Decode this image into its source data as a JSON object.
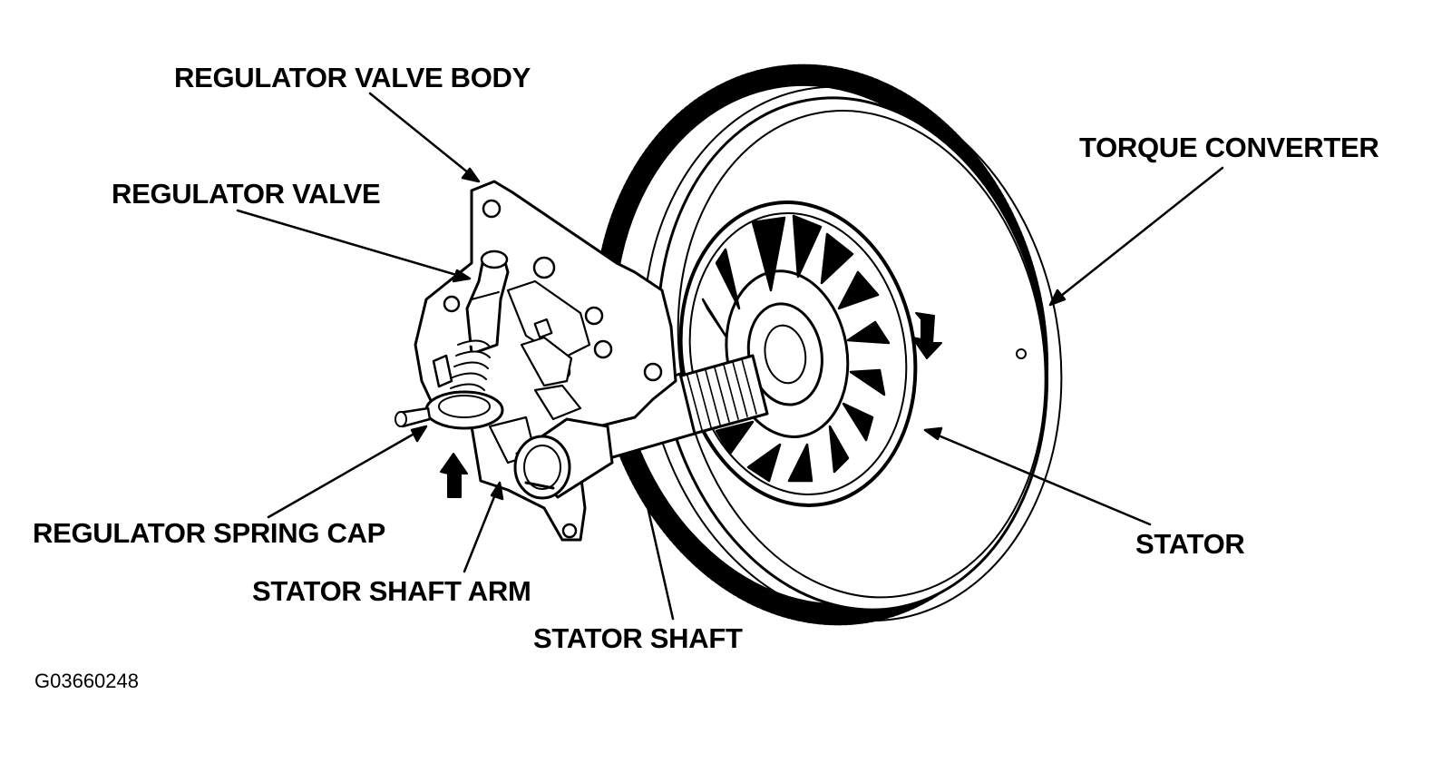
{
  "labels": {
    "regulator_valve_body": "REGULATOR VALVE BODY",
    "regulator_valve": "REGULATOR VALVE",
    "torque_converter": "TORQUE CONVERTER",
    "regulator_spring_cap": "REGULATOR SPRING CAP",
    "stator_shaft_arm": "STATOR SHAFT ARM",
    "stator_shaft": "STATOR SHAFT",
    "stator": "STATOR"
  },
  "figure_id": "G03660248"
}
